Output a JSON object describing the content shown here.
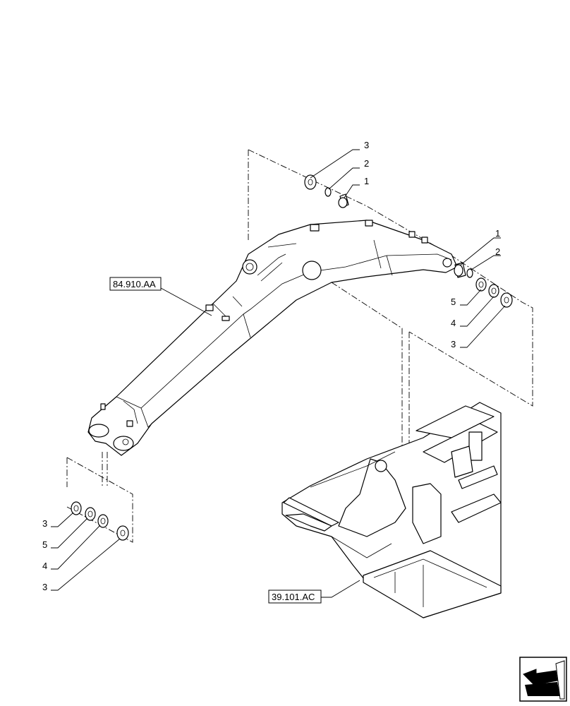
{
  "diagram": {
    "references": {
      "boom": "84.910.AA",
      "frame": "39.101.AC"
    },
    "callouts": {
      "top_washer": "3",
      "top_ring": "2",
      "top_bushing": "1",
      "right_bushing": "1",
      "right_ring": "2",
      "right_shim_5": "5",
      "right_shim_4": "4",
      "right_washer": "3",
      "left_washer_a": "3",
      "left_shim_5": "5",
      "left_shim_4": "4",
      "left_washer_b": "3"
    },
    "nav_icon": "arrow-next-icon"
  }
}
